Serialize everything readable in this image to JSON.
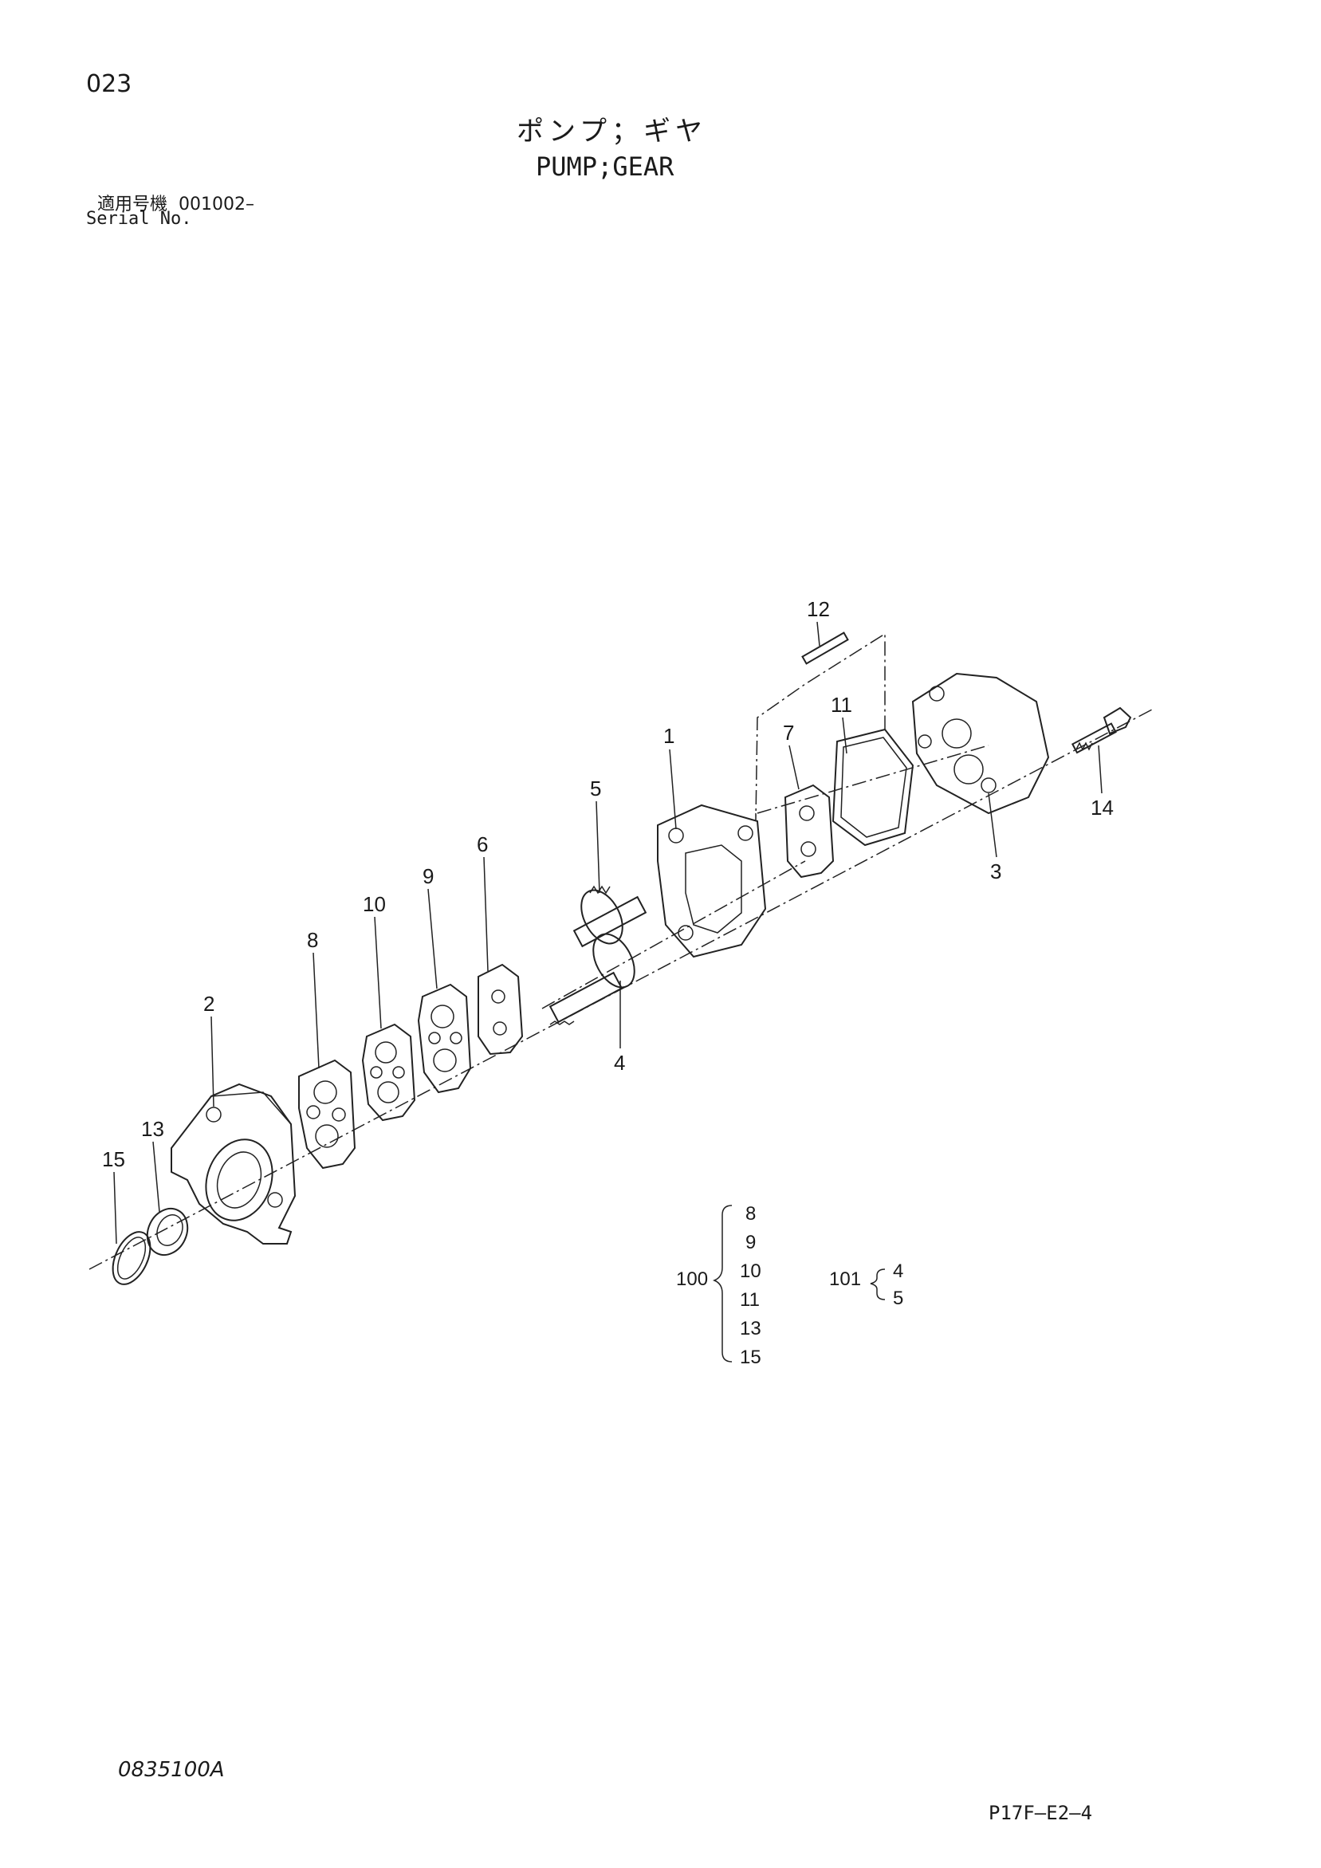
{
  "header": {
    "page_number": "023",
    "title_jp": "ポンプ；ギヤ",
    "title_en": "PUMP;GEAR",
    "serial_label_jp": "適用号機",
    "serial_value": "001002–",
    "serial_label_en": "Serial No."
  },
  "callouts": [
    "1",
    "2",
    "3",
    "4",
    "5",
    "6",
    "7",
    "8",
    "9",
    "10",
    "11",
    "12",
    "13",
    "14",
    "15"
  ],
  "kits": {
    "kit_100": {
      "number": "100",
      "parts": [
        "8",
        "9",
        "10",
        "11",
        "13",
        "15"
      ]
    },
    "kit_101": {
      "number": "101",
      "parts": [
        "4",
        "5"
      ]
    }
  },
  "footer": {
    "doc_code": "0835100A",
    "page_code": "P17F–E2–4"
  }
}
